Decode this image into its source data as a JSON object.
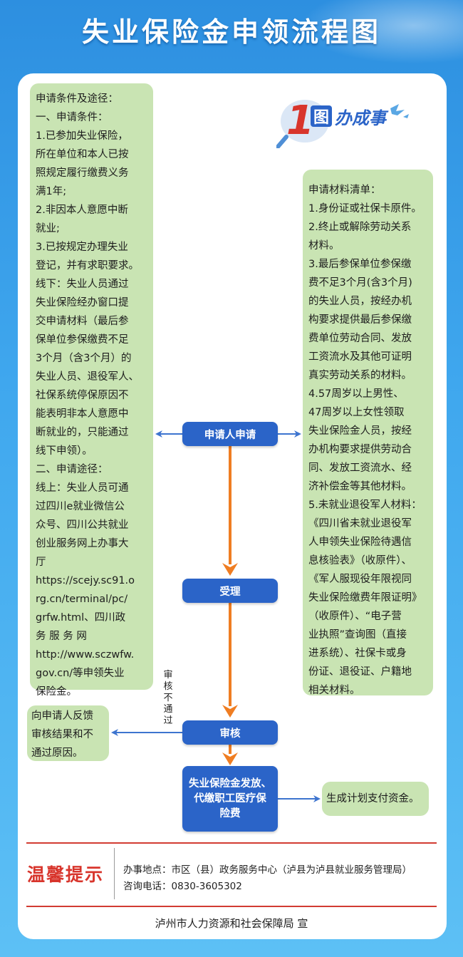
{
  "title": "失业保险金申领流程图",
  "logo": {
    "number": "1",
    "badge": "图",
    "text": "办成事"
  },
  "left_panel": {
    "lines": [
      "申请条件及途径：",
      "一、申请条件：",
      "1.已参加失业保险，",
      "所在单位和本人已按",
      "照规定履行缴费义务",
      "满1年;",
      "2.非因本人意愿中断",
      "就业;",
      "3.已按规定办理失业",
      "登记，并有求职要求。",
      "线下：失业人员通过",
      "失业保险经办窗口提",
      "交申请材料（最后参",
      "保单位参保缴费不足",
      "3个月（含3个月）的",
      "失业人员、退役军人、",
      "社保系统停保原因不",
      "能表明非本人意愿中",
      "断就业的，只能通过",
      "线下申领）。",
      "二、申请途径：",
      "线上：失业人员可通",
      "过四川e就业微信公",
      "众号、四川公共就业",
      "创业服务网上办事大",
      "厅",
      "https://scejy.sc91.o",
      "rg.cn/terminal/pc/",
      "grfw.html、四川政",
      "务    服    务    网",
      "http://www.sczwfw.",
      "gov.cn/等申领失业",
      "保险金。"
    ]
  },
  "right_panel": {
    "lines": [
      "申请材料清单：",
      "1.身份证或社保卡原件。",
      "2.终止或解除劳动关系",
      "材料。",
      "3.最后参保单位参保缴",
      "费不足3个月(含3个月)",
      "的失业人员，按经办机",
      "构要求提供最后参保缴",
      "费单位劳动合同、发放",
      "工资流水及其他可证明",
      "真实劳动关系的材料。",
      "4.57周岁以上男性、",
      "47周岁以上女性领取",
      "失业保险金人员，按经",
      "办机构要求提供劳动合",
      "同、发放工资流水、经",
      "济补偿金等其他材料。",
      "5.未就业退役军人材料：",
      "《四川省未就业退役军",
      "人申领失业保险待遇信",
      "息核验表》（收原件）、",
      "《军人服现役年限视同",
      "失业保险缴费年限证明》",
      "（收原件）、“电子营",
      "业执照”查询图（直接",
      "进系统）、社保卡或身",
      "份证、退役证、户籍地",
      "相关材料。"
    ]
  },
  "flow": {
    "apply": "申请人申请",
    "accept": "受理",
    "review": "审核",
    "issue_lines": [
      "失业保险金发放、",
      "代缴职工医疗保",
      "险费"
    ],
    "reject_label": "审核不通过",
    "feedback_lines": [
      "向申请人反馈",
      "审核结果和不",
      "通过原因。"
    ],
    "generate": "生成计划支付资金。"
  },
  "tip": {
    "title": "温馨提示",
    "address": "办事地点：市区（县）政务服务中心（泸县为泸县就业服务管理局）",
    "phone": "咨询电话：0830-3605302"
  },
  "footer": "泸州市人力资源和社会保障局  宣",
  "colors": {
    "node_blue": "#2b64c8",
    "arrow_orange": "#ef7d22",
    "arrow_blue": "#3d74cf",
    "panel_green": "#c9e4b3",
    "tip_red": "#d8352c"
  }
}
